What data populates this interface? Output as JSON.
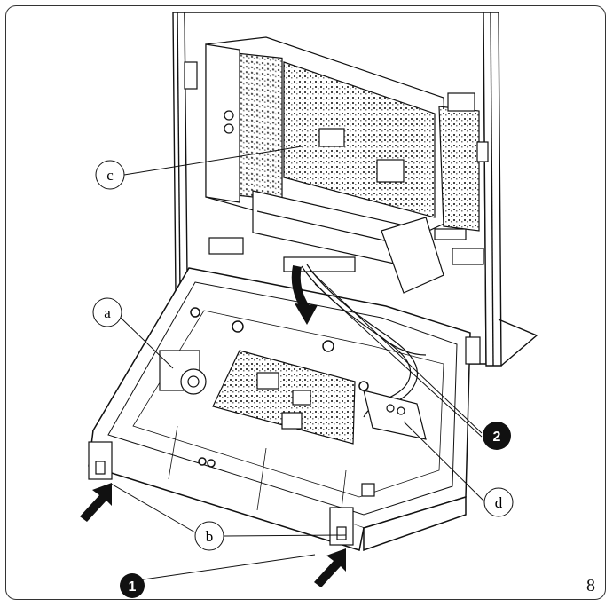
{
  "callouts": {
    "a": "a",
    "b": "b",
    "c": "c",
    "d": "d"
  },
  "steps": {
    "one": "1",
    "two": "2"
  },
  "page_number": "8",
  "colors": {
    "line": "#111111",
    "fill": "#ffffff",
    "pcb": "#555555",
    "step_fill": "#111111"
  }
}
